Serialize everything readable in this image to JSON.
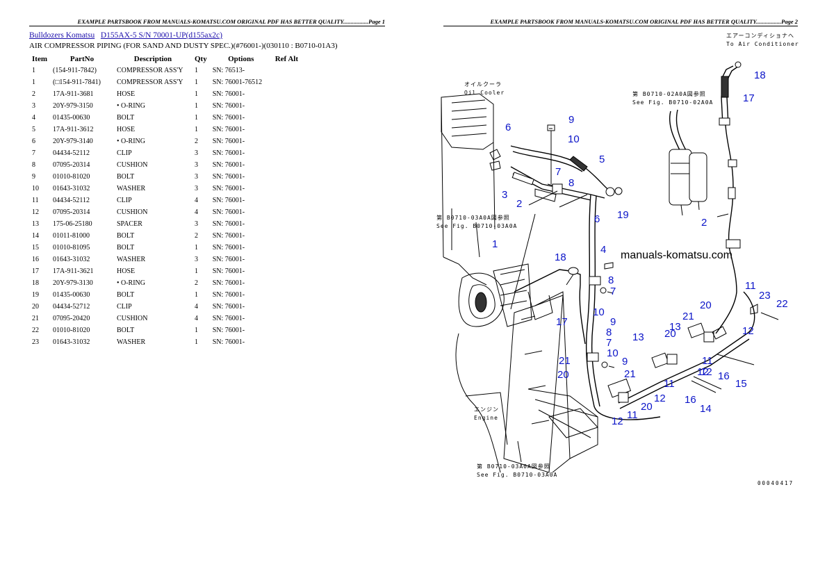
{
  "header": {
    "page1": "EXAMPLE PARTSBOOK FROM MANUALS-KOMATSU.COM ORIGINAL PDF HAS BETTER QUALITY.................Page 1",
    "page2": "EXAMPLE PARTSBOOK FROM MANUALS-KOMATSU.COM ORIGINAL PDF HAS BETTER QUALITY.................Page 2"
  },
  "breadcrumb": {
    "category": "Bulldozers Komatsu",
    "model": "D155AX-5 S/N 70001-UP(d155ax2c)"
  },
  "subtitle": "AIR COMPRESSOR PIPING (FOR SAND AND DUSTY SPEC.)(#76001-)(030110 : B0710-01A3)",
  "table": {
    "headers": [
      "Item",
      "PartNo",
      "Description",
      "Qty",
      "Options",
      "Ref Alt"
    ],
    "rows": [
      [
        "1",
        "(154-911-7842)",
        "COMPRESSOR ASS'Y",
        "1",
        "SN: 76513-",
        ""
      ],
      [
        "1",
        "(□154-911-7841)",
        "COMPRESSOR ASS'Y",
        "1",
        "SN: 76001-76512",
        ""
      ],
      [
        "2",
        "17A-911-3681",
        "HOSE",
        "1",
        "SN: 76001-",
        ""
      ],
      [
        "3",
        "20Y-979-3150",
        "• O-RING",
        "1",
        "SN: 76001-",
        ""
      ],
      [
        "4",
        "01435-00630",
        "BOLT",
        "1",
        "SN: 76001-",
        ""
      ],
      [
        "5",
        "17A-911-3612",
        "HOSE",
        "1",
        "SN: 76001-",
        ""
      ],
      [
        "6",
        "20Y-979-3140",
        "• O-RING",
        "2",
        "SN: 76001-",
        ""
      ],
      [
        "7",
        "04434-52112",
        "CLIP",
        "3",
        "SN: 76001-",
        ""
      ],
      [
        "8",
        "07095-20314",
        "CUSHION",
        "3",
        "SN: 76001-",
        ""
      ],
      [
        "9",
        "01010-81020",
        "BOLT",
        "3",
        "SN: 76001-",
        ""
      ],
      [
        "10",
        "01643-31032",
        "WASHER",
        "3",
        "SN: 76001-",
        ""
      ],
      [
        "11",
        "04434-52112",
        "CLIP",
        "4",
        "SN: 76001-",
        ""
      ],
      [
        "12",
        "07095-20314",
        "CUSHION",
        "4",
        "SN: 76001-",
        ""
      ],
      [
        "13",
        "175-06-25180",
        "SPACER",
        "3",
        "SN: 76001-",
        ""
      ],
      [
        "14",
        "01011-81000",
        "BOLT",
        "2",
        "SN: 76001-",
        ""
      ],
      [
        "15",
        "01010-81095",
        "BOLT",
        "1",
        "SN: 76001-",
        ""
      ],
      [
        "16",
        "01643-31032",
        "WASHER",
        "3",
        "SN: 76001-",
        ""
      ],
      [
        "17",
        "17A-911-3621",
        "HOSE",
        "1",
        "SN: 76001-",
        ""
      ],
      [
        "18",
        "20Y-979-3130",
        "• O-RING",
        "2",
        "SN: 76001-",
        ""
      ],
      [
        "19",
        "01435-00630",
        "BOLT",
        "1",
        "SN: 76001-",
        ""
      ],
      [
        "20",
        "04434-52712",
        "CLIP",
        "4",
        "SN: 76001-",
        ""
      ],
      [
        "21",
        "07095-20420",
        "CUSHION",
        "4",
        "SN: 76001-",
        ""
      ],
      [
        "22",
        "01010-81020",
        "BOLT",
        "1",
        "SN: 76001-",
        ""
      ],
      [
        "23",
        "01643-31032",
        "WASHER",
        "1",
        "SN: 76001-",
        ""
      ]
    ]
  },
  "diagram": {
    "watermark": "manuals-komatsu.com",
    "figure_number": "00040417",
    "notes": {
      "air_conditioner_jp": "エアーコンディショナへ",
      "air_conditioner_en": "To Air Conditioner",
      "oil_cooler_jp": "オイルクーラ",
      "oil_cooler_en": "Oil Cooler",
      "ref_02a0a_jp": "第 B0710-02A0A図参照",
      "ref_02a0a_en": "See Fig. B0710-02A0A",
      "ref_03a0a_jp": "第 B0710-03A0A図参照",
      "ref_03a0a_en": "See Fig. B0710-03A0A",
      "engine_jp": "エンジン",
      "engine_en": "Engine",
      "ref_03a0a_b_jp": "第 B0710-03A0A図参照",
      "ref_03a0a_b_en": "See Fig. B0710-03A0A"
    },
    "callouts": [
      "18",
      "17",
      "9",
      "6",
      "10",
      "5",
      "3",
      "7",
      "8",
      "2",
      "19",
      "6",
      "2",
      "4",
      "1",
      "18",
      "8",
      "7",
      "10",
      "9",
      "17",
      "10",
      "9",
      "8",
      "7",
      "21",
      "20",
      "21",
      "13",
      "20",
      "11",
      "23",
      "22",
      "12",
      "13",
      "21",
      "20",
      "11",
      "12",
      "16",
      "15",
      "12",
      "16",
      "14",
      "11",
      "20",
      "12",
      "11",
      "12"
    ]
  },
  "colors": {
    "link": "#1a0dab",
    "callout": "#0b14c8"
  }
}
